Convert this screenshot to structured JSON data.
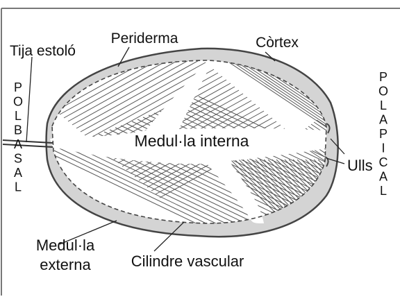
{
  "labels": {
    "periderm": "Periderma",
    "cortex": "Còrtex",
    "stolon_stalk": "Tija estoló",
    "inner_medulla": "Medul·la interna",
    "eyes": "Ulls",
    "outer_medulla_line1": "Medul·la",
    "outer_medulla_line2": "externa",
    "vascular_cylinder": "Cilindre vascular"
  },
  "pole_basal_letters": [
    "P",
    "O",
    "L",
    "B",
    "A",
    "S",
    "A",
    "L"
  ],
  "pole_apical_letters": [
    "P",
    "O",
    "L",
    "A",
    "P",
    "I",
    "C",
    "A",
    "L"
  ],
  "colors": {
    "cortex_fill": "#d4d4d4",
    "outline": "#444444",
    "hatch": "#555555",
    "text": "#111111",
    "frame": "#777777"
  }
}
